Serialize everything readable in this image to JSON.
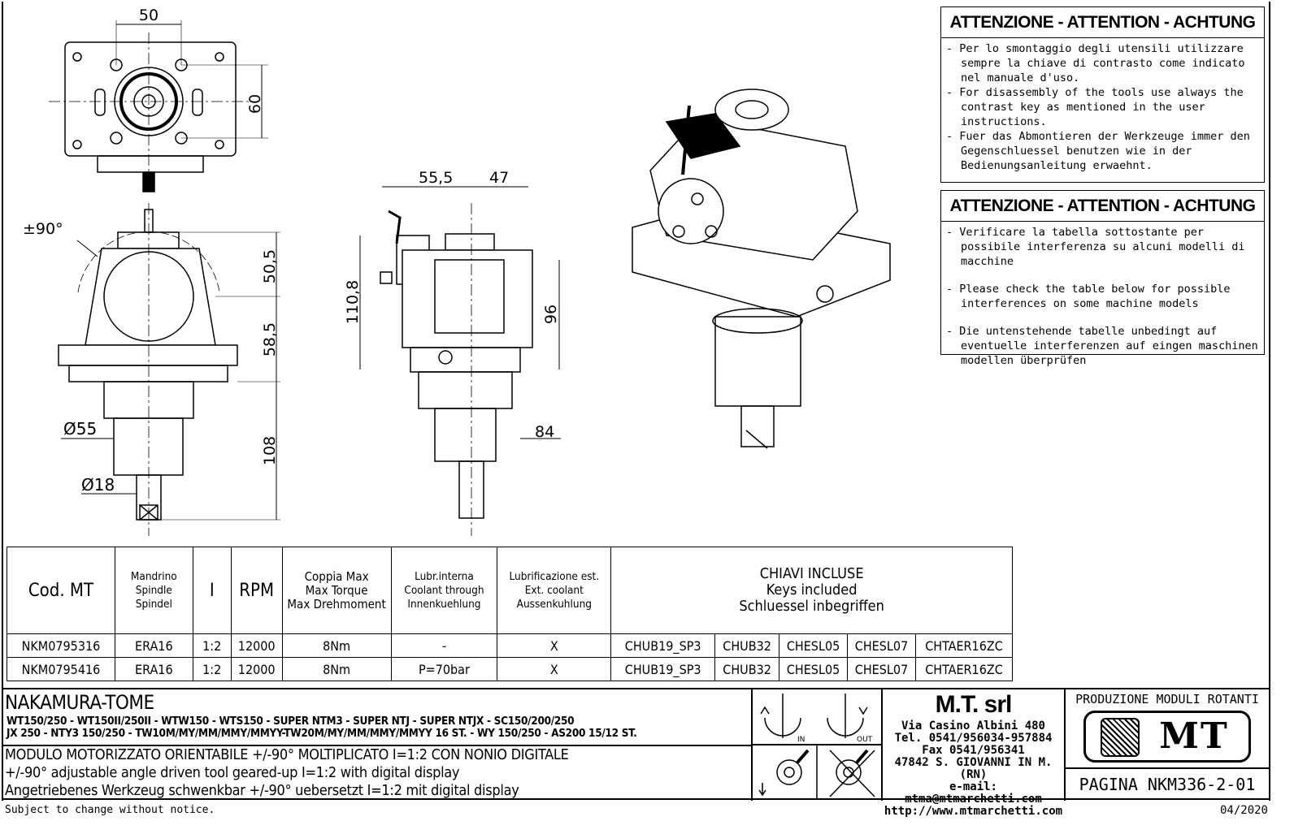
{
  "dimensions": {
    "top_width": "50",
    "top_height": "60",
    "angle": "±90°",
    "h_upper": "50,5",
    "h_lower": "58,5",
    "h_shank": "108",
    "dia_body": "Ø55",
    "dia_shaft": "Ø18",
    "side_w1": "55,5",
    "side_w2": "47",
    "side_total": "110,8",
    "side_96": "96",
    "side_84": "84"
  },
  "attention": [
    {
      "heading": "ATTENZIONE - ATTENTION - ACHTUNG",
      "items": [
        "- Per lo smontaggio degli utensili utilizzare sempre la chiave di contrasto come indicato nel manuale d'uso.",
        "- For disassembly of the tools use always the contrast key as mentioned in the user instructions.",
        "- Fuer das Abmontieren der Werkzeuge immer den Gegenschluessel benutzen wie in der Bedienungsanleitung erwaehnt."
      ]
    },
    {
      "heading": "ATTENZIONE - ATTENTION - ACHTUNG",
      "items": [
        "- Verificare la tabella sottostante per possibile interferenza su alcuni modelli di macchine",
        "- Please check the table below for possible interferences on some machine models",
        "- Die untenstehende tabelle unbedingt auf eventuelle interferenzen auf eingen maschinen modellen überprüfen"
      ]
    }
  ],
  "table": {
    "headers": {
      "code": "Cod. MT",
      "spindle": [
        "Mandrino",
        "Spindle",
        "Spindel"
      ],
      "ratio": "I",
      "rpm": "RPM",
      "torque": [
        "Coppia Max",
        "Max Torque",
        "Max Drehmoment"
      ],
      "lubr_int": [
        "Lubr.interna",
        "Coolant through",
        "Innenkuehlung"
      ],
      "lubr_ext": [
        "Lubrificazione est.",
        "Ext. coolant",
        "Aussenkuhlung"
      ],
      "keys": [
        "CHIAVI INCLUSE",
        "Keys included",
        "Schluessel inbegriffen"
      ]
    },
    "rows": [
      [
        "NKM0795316",
        "ERA16",
        "1:2",
        "12000",
        "8Nm",
        "-",
        "X",
        "CHUB19_SP3",
        "CHUB32",
        "CHESL05",
        "CHESL07",
        "CHTAER16ZC"
      ],
      [
        "NKM0795416",
        "ERA16",
        "1:2",
        "12000",
        "8Nm",
        "P=70bar",
        "X",
        "CHUB19_SP3",
        "CHUB32",
        "CHESL05",
        "CHESL07",
        "CHTAER16ZC"
      ]
    ]
  },
  "title_block": {
    "machine": "NAKAMURA-TOME",
    "models": [
      "WT150/250 - WT150II/250II - WTW150 - WTS150 - SUPER NTM3 - SUPER NTJ - SUPER NTJX - SC150/200/250",
      "JX 250 - NTY3 150/250 - TW10M/MY/MM/MMY/MMYY-TW20M/MY/MM/MMY/MMYY 16 ST. - WY 150/250 - AS200 15/12 ST."
    ],
    "descriptions": [
      "MODULO MOTORIZZATO ORIENTABILE +/-90° MOLTIPLICATO I=1:2 CON NONIO DIGITALE",
      "+/-90° adjustable angle driven tool geared-up I=1:2 with digital display",
      "Angetriebenes Werkzeug schwenkbar +/-90° uebersetzt I=1:2 mit digital display"
    ],
    "rotation_in": "IN",
    "rotation_out": "OUT",
    "company": "M.T. srl",
    "address": [
      "Via Casino Albini 480",
      "Tel. 0541/956034-957884",
      "Fax 0541/956341",
      "47842 S. GIOVANNI IN M. (RN)",
      "e-mail: mtma@mtmarchetti.com",
      "http://www.mtmarchetti.com"
    ],
    "production": "PRODUZIONE MODULI ROTANTI",
    "logo_text": "MT",
    "page": "PAGINA NKM336-2-01"
  },
  "footer": {
    "notice": "Subject to change without notice.",
    "date": "04/2020"
  }
}
